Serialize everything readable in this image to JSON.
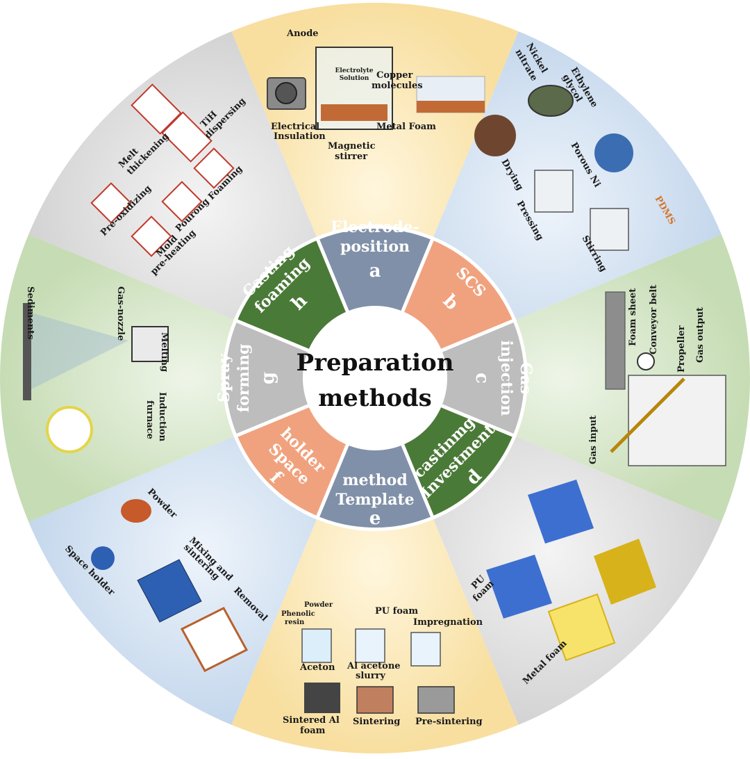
{
  "center": {
    "line1": "Preparation",
    "line2": "methods"
  },
  "colors": {
    "green": "#4a7a37",
    "steel": "#8090a8",
    "salmon": "#f0a27e",
    "grey": "#bdbdbd",
    "yellow_bg": "#fbe8b8",
    "blue_bg": "#d7e4f2",
    "green_bg": "#d7e6cb",
    "grey_bg": "#dedede"
  },
  "segments": [
    {
      "key": "a",
      "letter": "a",
      "line1": "Electrode-",
      "line2": "position"
    },
    {
      "key": "b",
      "letter": "b",
      "line1": "SCS",
      "line2": ""
    },
    {
      "key": "c",
      "letter": "c",
      "line1": "Gas",
      "line2": "injection"
    },
    {
      "key": "d",
      "letter": "d",
      "line1": "Investment",
      "line2": "castinmg"
    },
    {
      "key": "e",
      "letter": "e",
      "line1": "Template",
      "line2": "method"
    },
    {
      "key": "f",
      "letter": "f",
      "line1": "Space",
      "line2": "holder"
    },
    {
      "key": "g",
      "letter": "g",
      "line1": "Spray",
      "line2": "forming"
    },
    {
      "key": "h",
      "letter": "h",
      "line1": "Casting",
      "line2": "foaming"
    }
  ],
  "outer": {
    "electrodeposition": {
      "anode": "Anode",
      "electrolyte": "Electrolyte",
      "solution": "Solution",
      "copper1": "Copper",
      "copper2": "molecules",
      "electrical": "Electrical",
      "insulation": "Insulation",
      "metal_foam": "Metal Foam",
      "magnetic": "Magnetic",
      "stirrer": "stirrer"
    },
    "scs": {
      "nickel1": "Nickel",
      "nickel2": "nitrate",
      "ethylene1": "Ethylene",
      "ethylene2": "glycol",
      "porous_ni": "Porous Ni",
      "drying": "Drying",
      "pressing": "Pressing",
      "stirring": "Stirring",
      "pdms": "PDMS"
    },
    "gas_injection": {
      "foam_sheet": "Foam sheet",
      "conveyor": "Conveyor belt",
      "propeller": "Propeller",
      "gas_output": "Gas output",
      "gas_input": "Gas input"
    },
    "investment": {
      "pu_foam1": "PU",
      "pu_foam2": "foam",
      "metal_foam": "Metal foam"
    },
    "template": {
      "powder": "Powder",
      "phenolic1": "Phenolic",
      "phenolic2": "resin",
      "pu_foam": "PU foam",
      "impregnation": "Impregnation",
      "aceton": "Aceton",
      "slurry1": "Al acetone",
      "slurry2": "slurry",
      "sintered1": "Sintered Al",
      "sintered2": "foam",
      "sintering": "Sintering",
      "presintering": "Pre-sintering"
    },
    "space_holder": {
      "powder": "Powder",
      "mixing1": "Mixing and",
      "mixing2": "sintering",
      "space_holder": "Space holder",
      "removal": "Removal"
    },
    "spray": {
      "sediments": "Sediments",
      "gas_nozzle": "Gas-nozzle",
      "melting": "Melting",
      "induction1": "Induction",
      "induction2": "furnace"
    },
    "casting": {
      "melt1": "Melt",
      "melt2": "thickening",
      "tih1": "TiH",
      "tih2": "dispersing",
      "preox": "Pre-oxidizing",
      "pourong": "Pourong",
      "foaming": "Foaming",
      "mold": "Mold",
      "preheat": "pre-heating"
    }
  }
}
